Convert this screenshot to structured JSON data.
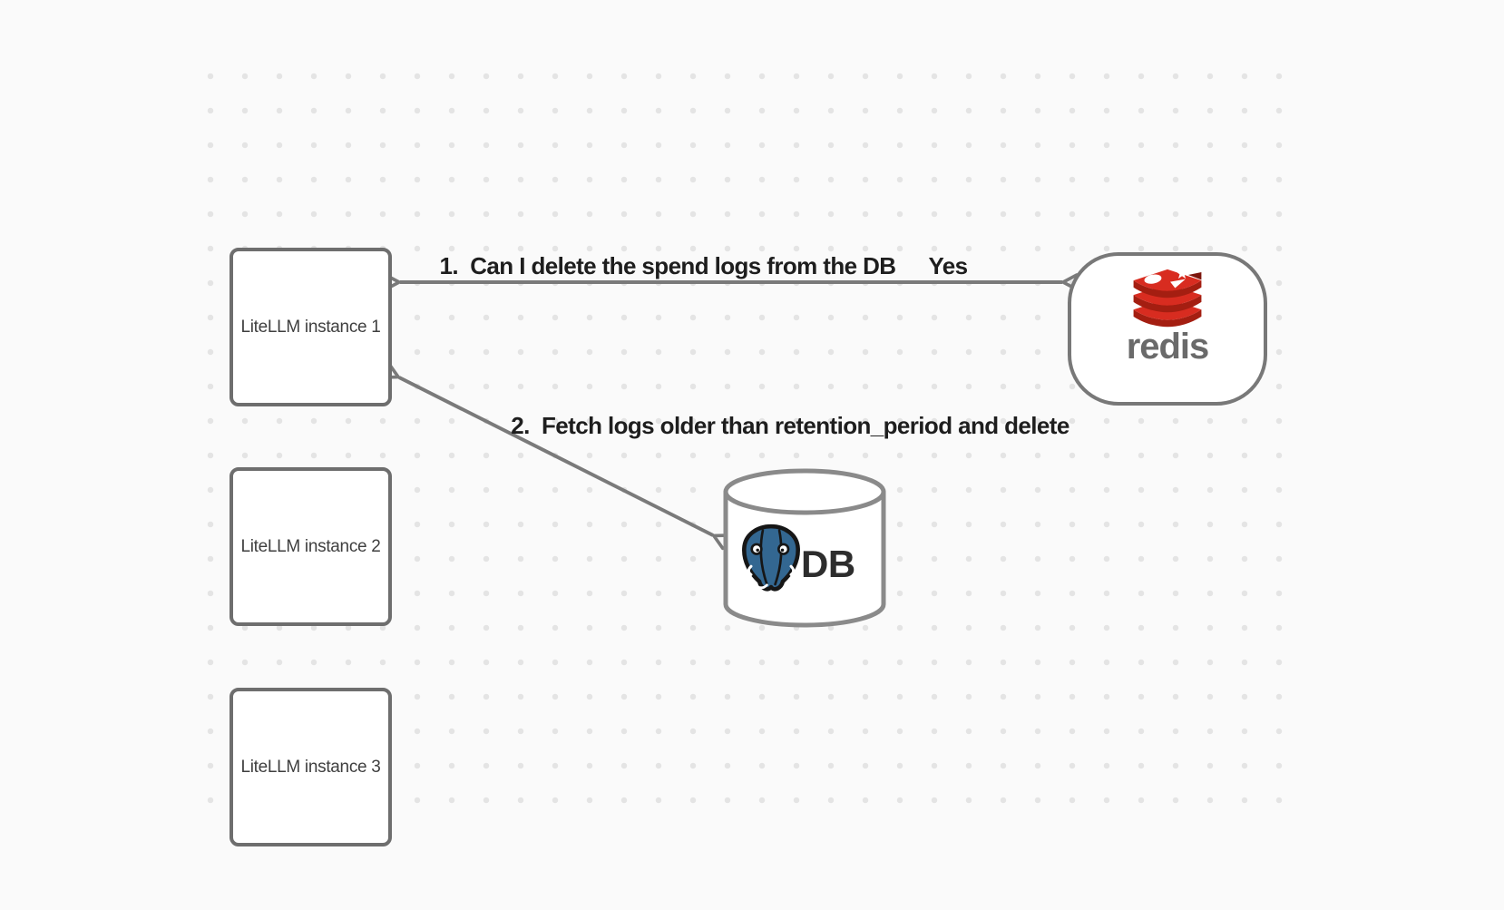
{
  "diagram": {
    "background_color": "#fafafa",
    "dot_color": "#e4e4e4",
    "arrow_color": "#7a7a7a"
  },
  "nodes": {
    "instance1": {
      "label": "LiteLLM instance 1"
    },
    "instance2": {
      "label": "LiteLLM instance 2"
    },
    "instance3": {
      "label": "LiteLLM instance 3"
    },
    "redis": {
      "wordmark": "redis",
      "brand_red": "#d82c20",
      "brand_red_dark": "#a41e11",
      "wordmark_color": "#6a6a6a"
    },
    "database": {
      "label": "DB",
      "postgres_blue": "#336791"
    }
  },
  "edges": {
    "redis_query": {
      "label": "1.  Can I delete the spend logs from the DB",
      "response": "Yes"
    },
    "db_action": {
      "label": "2.  Fetch logs older than retention_period and delete"
    }
  }
}
